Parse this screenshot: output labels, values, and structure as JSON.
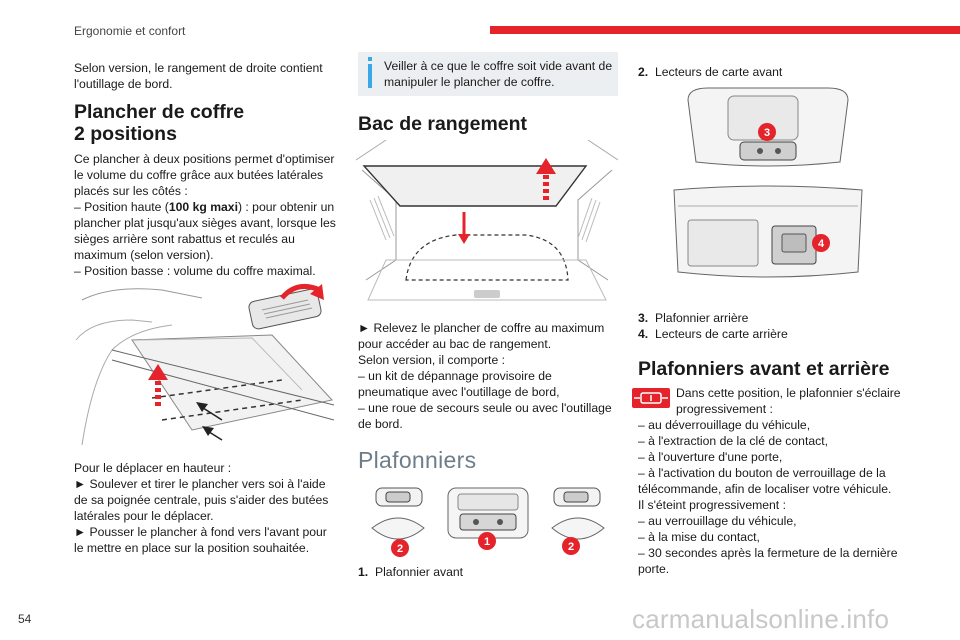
{
  "header": {
    "section": "Ergonomie et confort"
  },
  "page": {
    "number": "54",
    "watermark": "carmanualsonline.info"
  },
  "col1": {
    "intro": "Selon version, le rangement de droite contient l'outillage de bord.",
    "heading_line1": "Plancher de coffre",
    "heading_line2": "2 positions",
    "para1_a": "Ce plancher à deux positions permet d'optimiser le volume du coffre grâce aux butées latérales placés sur les côtés :",
    "para1_b": "– Position haute (",
    "para1_bold": "100 kg maxi",
    "para1_c": ") : pour obtenir un plancher plat jusqu'aux sièges avant, lorsque les sièges arrière sont rabattus et reculés au maximum (selon version).",
    "para1_d": "– Position basse : volume du coffre maximal.",
    "para2": [
      "Pour le déplacer en hauteur :",
      "► Soulever et tirer le plancher vers soi à l'aide de sa poignée centrale, puis s'aider des butées latérales pour le déplacer.",
      "► Pousser le plancher à fond vers l'avant pour le mettre en place sur la position souhaitée."
    ]
  },
  "col2": {
    "note": "Veiller à ce que le coffre soit vide avant de manipuler le plancher de coffre.",
    "heading_storage": "Bac de rangement",
    "para": [
      "► Relevez le plancher de coffre au maximum pour accéder au bac de rangement.",
      "Selon version, il comporte :",
      "– un kit de dépannage provisoire de pneumatique avec l'outillage de bord,",
      "– une roue de secours seule ou avec l'outillage de bord."
    ],
    "heading_lights": "Plafonniers",
    "callouts": [
      "1",
      "2",
      "2"
    ],
    "item1_num": "1.",
    "item1_text": "Plafonnier avant"
  },
  "col3": {
    "item2_num": "2.",
    "item2_text": "Lecteurs de carte avant",
    "callouts": [
      "3",
      "4"
    ],
    "item3_num": "3.",
    "item3_text": "Plafonnier arrière",
    "item4_num": "4.",
    "item4_text": "Lecteurs de carte arrière",
    "heading": "Plafonniers avant et arrière",
    "lamp_para": "Dans cette position, le plafonnier s'éclaire progressivement :",
    "list_on": [
      "– au déverrouillage du véhicule,",
      "– à l'extraction de la clé de contact,",
      "– à l'ouverture d'une porte,",
      "– à l'activation du bouton de verrouillage de la télécommande, afin de localiser votre véhicule."
    ],
    "off_intro": "Il s'éteint progressivement :",
    "list_off": [
      "– au verrouillage du véhicule,",
      "– à la mise du contact,",
      "– 30 secondes après la fermeture de la dernière porte."
    ]
  },
  "colors": {
    "accent_red": "#e5232a",
    "note_bar": "#3aa7e6"
  }
}
